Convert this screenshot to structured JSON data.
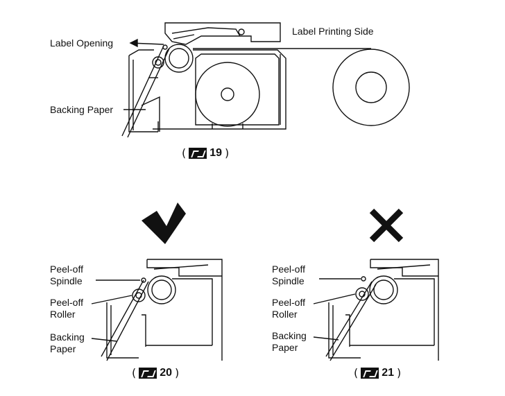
{
  "figure19": {
    "label_opening": "Label Opening",
    "label_printing_side": "Label Printing Side",
    "backing_paper": "Backing Paper",
    "caption_number": "19"
  },
  "figure20": {
    "peel_off_spindle": [
      "Peel-off",
      "Spindle"
    ],
    "peel_off_roller": [
      "Peel-off",
      "Roller"
    ],
    "backing_paper": [
      "Backing",
      "Paper"
    ],
    "caption_number": "20",
    "verdict_icon": "checkmark-icon"
  },
  "figure21": {
    "peel_off_spindle": [
      "Peel-off",
      "Spindle"
    ],
    "peel_off_roller": [
      "Peel-off",
      "Roller"
    ],
    "backing_paper": [
      "Backing",
      "Paper"
    ],
    "caption_number": "21",
    "verdict_icon": "cross-icon"
  },
  "caption_open": "(",
  "caption_close": ")",
  "colors": {
    "line": "#111111",
    "background": "#ffffff"
  }
}
